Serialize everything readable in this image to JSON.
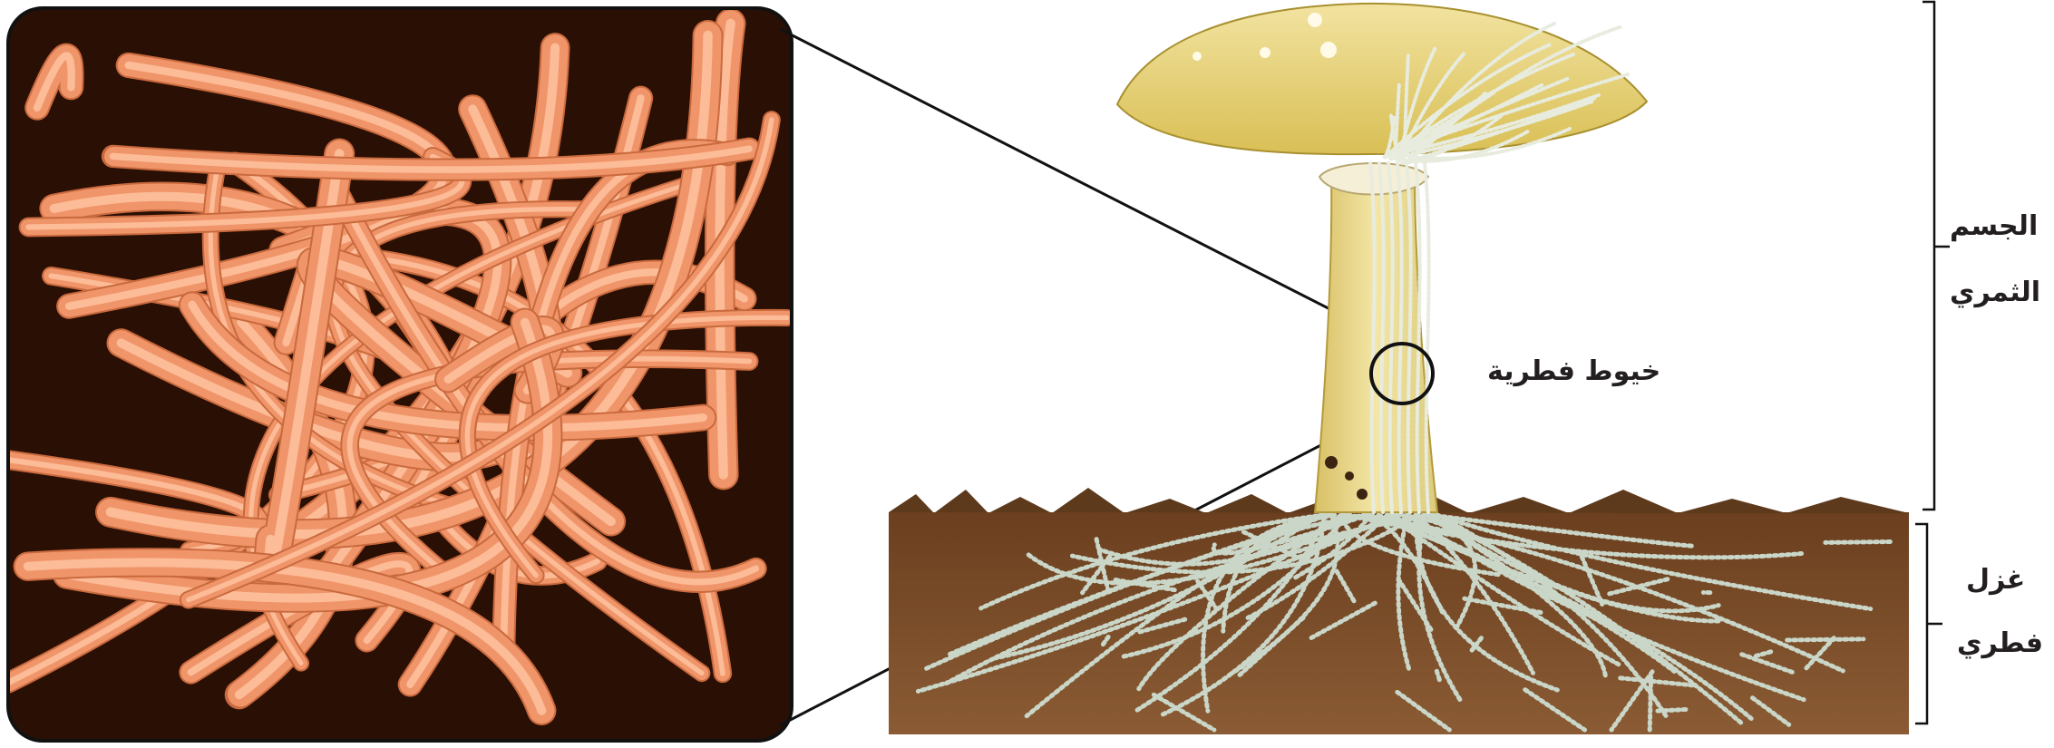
{
  "labels": {
    "hyphae": "خيوط فطرية",
    "fruiting_body": [
      "الجسم",
      "الثمري"
    ],
    "mycelium": [
      "غزل",
      "فطري"
    ]
  },
  "colors": {
    "micrograph_bg": "#2a0f05",
    "hypha_strand": "#f0956a",
    "hypha_highlight": "#ffc6a3",
    "cap": "#e6d27a",
    "stalk": "#e9d98c",
    "soil": "#7a4a26",
    "fungal_threads": "#c9d6c8",
    "line": "#111111"
  },
  "icons": [
    "micrograph-image",
    "mushroom-illustration",
    "soil-mycelium-illustration",
    "magnifier-circle"
  ]
}
